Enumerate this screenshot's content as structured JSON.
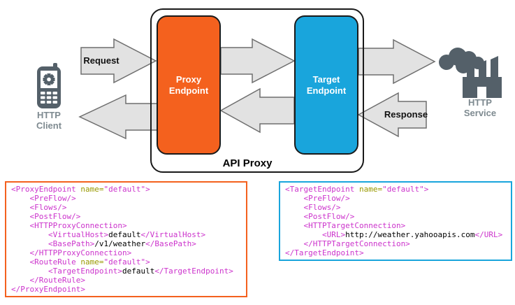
{
  "diagram": {
    "client": {
      "label_line1": "HTTP",
      "label_line2": "Client",
      "icon": "mobile-phone-icon"
    },
    "service": {
      "label_line1": "HTTP",
      "label_line2": "Service",
      "icon": "factory-cloud-icon"
    },
    "api_proxy_label": "API Proxy",
    "proxy_endpoint": {
      "line1": "Proxy",
      "line2": "Endpoint"
    },
    "target_endpoint": {
      "line1": "Target",
      "line2": "Endpoint"
    },
    "request_label": "Request",
    "response_label": "Response"
  },
  "colors": {
    "orange": "#F4611E",
    "blue": "#19A5DC",
    "arrow_fill": "#E2E2E2",
    "arrow_stroke": "#6E6E6E",
    "icon_gray": "#546069",
    "label_gray": "#7E8A90",
    "code_tag": "#CC33CC",
    "code_attr": "#999900",
    "code_text": "#000000",
    "diagram_border": "#1A1A1A"
  },
  "code_blocks": {
    "proxy": {
      "border_color": "#F4611E",
      "lines": [
        [
          [
            "tag",
            "<ProxyEndpoint"
          ],
          [
            "attr",
            " name="
          ],
          [
            "val",
            "\"default\""
          ],
          [
            "tag",
            ">"
          ]
        ],
        [
          [
            "tag",
            "    <PreFlow/>"
          ]
        ],
        [
          [
            "tag",
            "    <Flows/>"
          ]
        ],
        [
          [
            "tag",
            "    <PostFlow/>"
          ]
        ],
        [
          [
            "tag",
            "    <HTTPProxyConnection>"
          ]
        ],
        [
          [
            "tag",
            "        <VirtualHost>"
          ],
          [
            "text",
            "default"
          ],
          [
            "tag",
            "</VirtualHost>"
          ]
        ],
        [
          [
            "tag",
            "        <BasePath>"
          ],
          [
            "text",
            "/v1/weather"
          ],
          [
            "tag",
            "</BasePath>"
          ]
        ],
        [
          [
            "tag",
            "    </HTTPProxyConnection>"
          ]
        ],
        [
          [
            "tag",
            "    <RouteRule"
          ],
          [
            "attr",
            " name="
          ],
          [
            "val",
            "\"default\""
          ],
          [
            "tag",
            ">"
          ]
        ],
        [
          [
            "tag",
            "        <TargetEndpoint>"
          ],
          [
            "text",
            "default"
          ],
          [
            "tag",
            "</TargetEndpoint>"
          ]
        ],
        [
          [
            "tag",
            "    </RouteRule>"
          ]
        ],
        [
          [
            "tag",
            "</ProxyEndpoint>"
          ]
        ]
      ]
    },
    "target": {
      "border_color": "#19A5DC",
      "lines": [
        [
          [
            "tag",
            "<TargetEndpoint"
          ],
          [
            "attr",
            " name="
          ],
          [
            "val",
            "\"default\""
          ],
          [
            "tag",
            ">"
          ]
        ],
        [
          [
            "tag",
            "    <PreFlow/>"
          ]
        ],
        [
          [
            "tag",
            "    <Flows/>"
          ]
        ],
        [
          [
            "tag",
            "    <PostFlow/>"
          ]
        ],
        [
          [
            "tag",
            "    <HTTPTargetConnection>"
          ]
        ],
        [
          [
            "tag",
            "        <URL>"
          ],
          [
            "text",
            "http://weather.yahooapis.com"
          ],
          [
            "tag",
            "</URL>"
          ]
        ],
        [
          [
            "tag",
            "    </HTTPTargetConnection>"
          ]
        ],
        [
          [
            "tag",
            "</TargetEndpoint>"
          ]
        ]
      ]
    }
  }
}
